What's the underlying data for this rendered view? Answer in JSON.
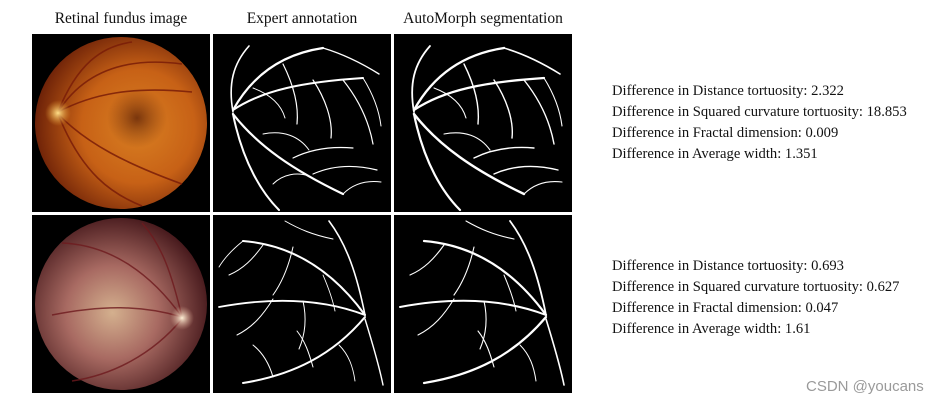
{
  "headers": {
    "fundus": "Retinal fundus image",
    "expert": "Expert annotation",
    "automorph": "AutoMorph segmentation"
  },
  "rows": [
    {
      "stats": [
        "Difference in Distance tortuosity: 2.322",
        "Difference in Squared curvature tortuosity: 18.853",
        "Difference in Fractal dimension: 0.009",
        "Difference in Average width: 1.351"
      ]
    },
    {
      "stats": [
        "Difference in Distance tortuosity: 0.693",
        "Difference in Squared curvature tortuosity: 0.627",
        "Difference in Fractal dimension: 0.047",
        "Difference in Average width: 1.61"
      ]
    }
  ],
  "watermark": "CSDN @youcans",
  "colors": {
    "fundus_row1_center": "#e08d2a",
    "fundus_row1_edge": "#7a2a08",
    "fundus_row2_center": "#c79a7f",
    "fundus_row2_edge": "#4a1518",
    "vessel": "#ffffff",
    "panel_bg": "#000000"
  }
}
